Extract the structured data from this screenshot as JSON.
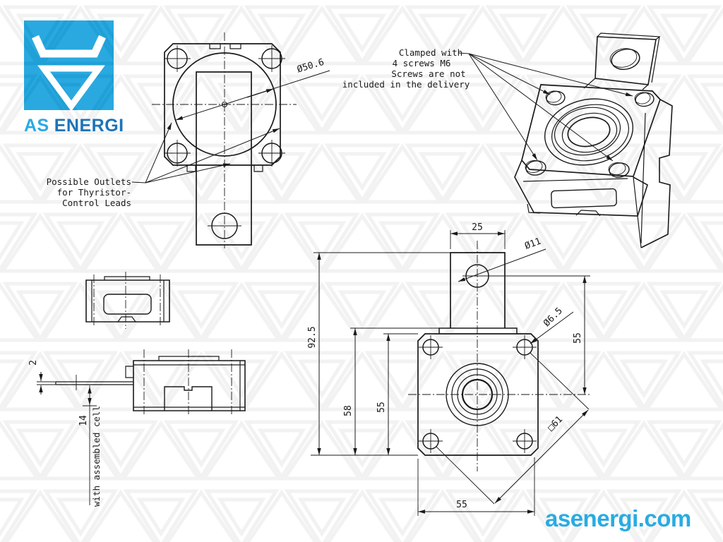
{
  "page": {
    "background": "#ffffff",
    "line_color": "#1a1a1a",
    "watermark_color": "#f2f2f2"
  },
  "logo": {
    "text_primary": "AS",
    "text_secondary": "ENERGI",
    "colors": {
      "square": "#2aa9e0",
      "pattern": "#1fa0d6",
      "glyph": "#ffffff",
      "primary": "#29abe2",
      "secondary": "#1b74ba"
    }
  },
  "footer": {
    "website": "asenergi.com",
    "color": "#29abe2"
  },
  "annotations": {
    "possible_outlets": {
      "line1": "Possible Outlets",
      "line2": "for Thyristor-",
      "line3": "Control Leads"
    },
    "clamped": {
      "line1": "Clamped with",
      "line2": "4 screws M6",
      "line3": "Screws are not",
      "line4": "included in the delivery"
    }
  },
  "dimensions": {
    "front_circle": "Ø50.6",
    "tab_width": "25",
    "tab_hole": "Ø11",
    "mount_hole": "Ø6.5",
    "overall_height": "92.5",
    "body_height": "58",
    "hole_offset_left": "55",
    "hole_offset_right": "55",
    "square_size": "□61",
    "hole_spacing_bottom": "55",
    "lead_thickness": "2",
    "lead_offset": "14",
    "cell_note": "with assembled cell"
  }
}
